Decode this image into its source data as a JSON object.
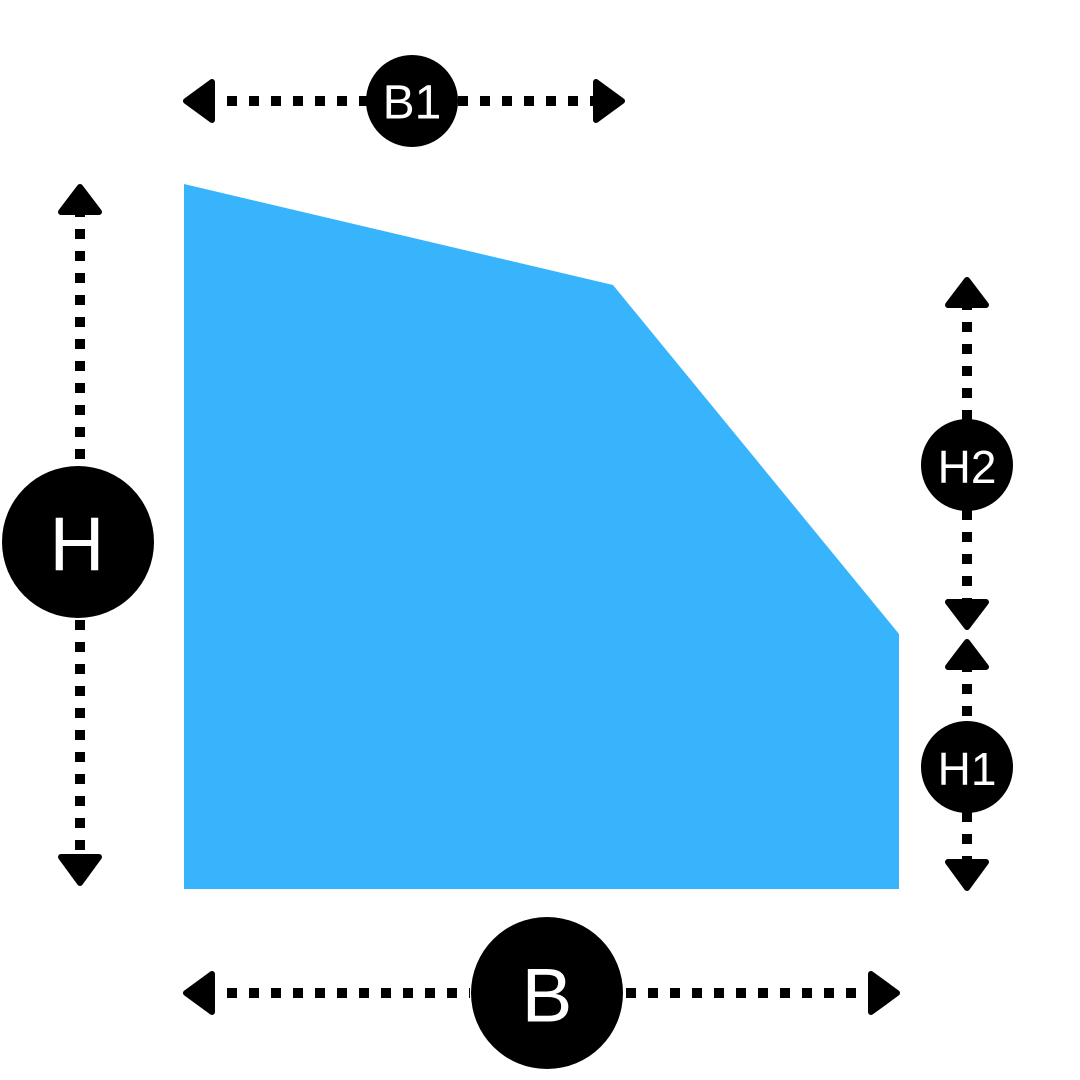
{
  "shape": {
    "fill_color": "#38b4fc"
  },
  "dimensions": {
    "B1": {
      "label": "B1"
    },
    "B": {
      "label": "B"
    },
    "H": {
      "label": "H"
    },
    "H2": {
      "label": "H2"
    },
    "H1": {
      "label": "H1"
    }
  },
  "colors": {
    "annotation": "#000000",
    "label_text": "#ffffff",
    "background": "#ffffff"
  }
}
